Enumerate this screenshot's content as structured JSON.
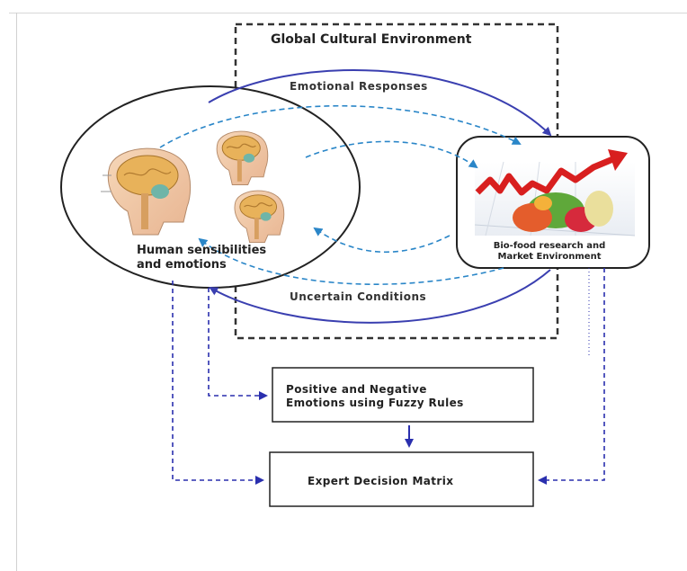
{
  "diagram": {
    "title": "Global Cultural Environment",
    "emotional_responses": "Emotional Responses",
    "uncertain_conditions": "Uncertain Conditions",
    "human_node": {
      "line1": "Human sensibilities",
      "line2": "and emotions"
    },
    "market_node": {
      "line1": "Bio-food research  and",
      "line2": "Market  Environment"
    },
    "fuzzy_box": {
      "line1": "Positive and Negative",
      "line2": "Emotions using Fuzzy Rules"
    },
    "matrix_box": {
      "label": "Expert Decision Matrix"
    },
    "colors": {
      "solid_arrow": "#3a3fb0",
      "dashed_arrow": "#2a86c8",
      "feedback_arrow": "#2a2fae",
      "environment_border": "#333333"
    },
    "icons": [
      "brain-icon",
      "market-growth-icon"
    ]
  }
}
